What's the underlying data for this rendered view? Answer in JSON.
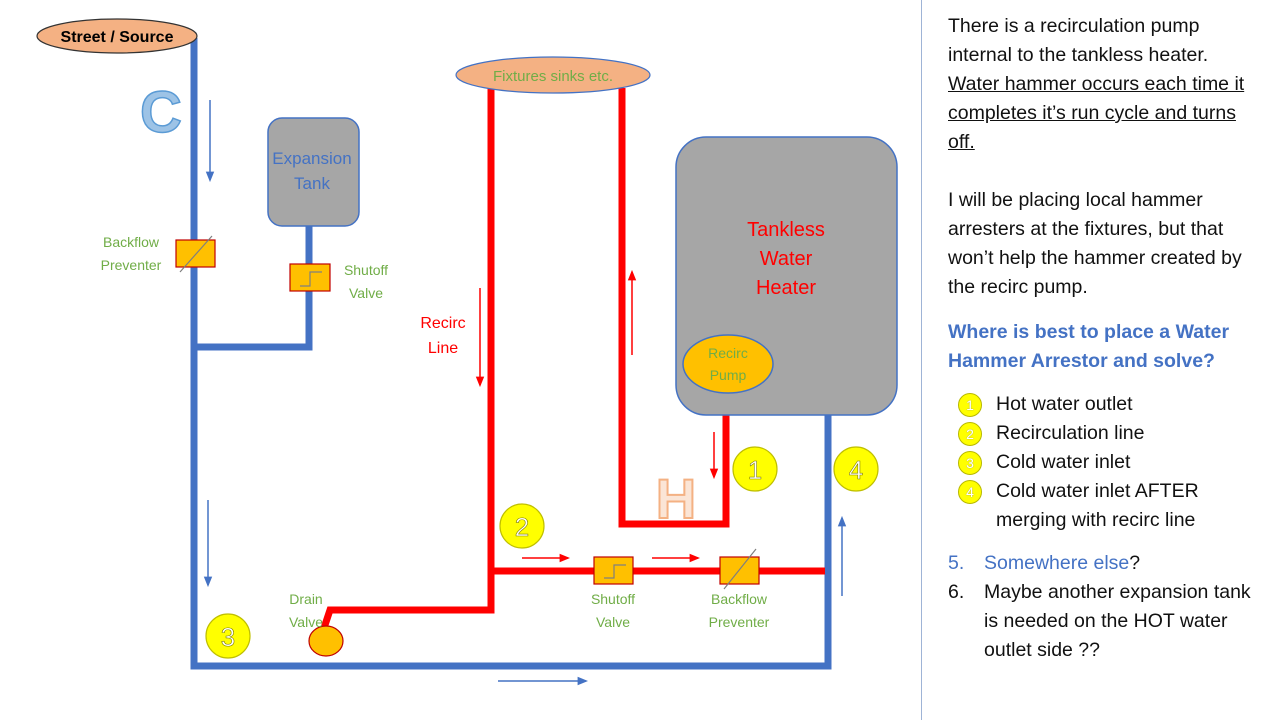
{
  "labels": {
    "source": "Street / Source",
    "cold_letter": "C",
    "expansion_tank_line1": "Expansion",
    "expansion_tank_line2": "Tank",
    "backflow_left_line1": "Backflow",
    "backflow_left_line2": "Preventer",
    "shutoff_top_line1": "Shutoff",
    "shutoff_top_line2": "Valve",
    "fixtures": "Fixtures sinks etc.",
    "recirc_line_line1": "Recirc",
    "recirc_line_line2": "Line",
    "heater_line1": "Tankless",
    "heater_line2": "Water",
    "heater_line3": "Heater",
    "pump_line1": "Recirc",
    "pump_line2": "Pump",
    "hot_letter": "H",
    "drain_line1": "Drain",
    "drain_line2": "Valve",
    "shutoff_bottom_line1": "Shutoff",
    "shutoff_bottom_line2": "Valve",
    "backflow_bottom_line1": "Backflow",
    "backflow_bottom_line2": "Preventer",
    "marker_1": "1",
    "marker_2": "2",
    "marker_3": "3",
    "marker_4": "4"
  },
  "side": {
    "intro": "There is a recirculation pump internal to the tankless heater.",
    "underlined": "Water hammer occurs each time it completes it’s run cycle and turns off.",
    "para2": "I will be placing local hammer arresters at the fixtures, but that won’t help the hammer created by the recirc pump.",
    "question": "Where is best to place a Water Hammer Arrestor and solve?",
    "options": [
      {
        "badge": "1",
        "text": "Hot water outlet"
      },
      {
        "badge": "2",
        "text": "Recirculation line"
      },
      {
        "badge": "3",
        "text": "Cold water inlet"
      },
      {
        "badge": "4",
        "text": "Cold water inlet AFTER merging with recirc line"
      }
    ],
    "item5_num": "5.",
    "item5_text": "Somewhere else",
    "item5_suffix": "?",
    "item6_num": "6.",
    "item6_text": "Maybe another expansion tank is needed on the HOT water outlet side ??"
  },
  "colors": {
    "cold_pipe": "#4472c4",
    "hot_pipe": "#ff0000",
    "component_gray": "#a6a6a6",
    "valve_fill": "#ffc000",
    "green_label": "#70ad47",
    "source_fill": "#f4b183",
    "marker_fill": "#ffff00"
  }
}
